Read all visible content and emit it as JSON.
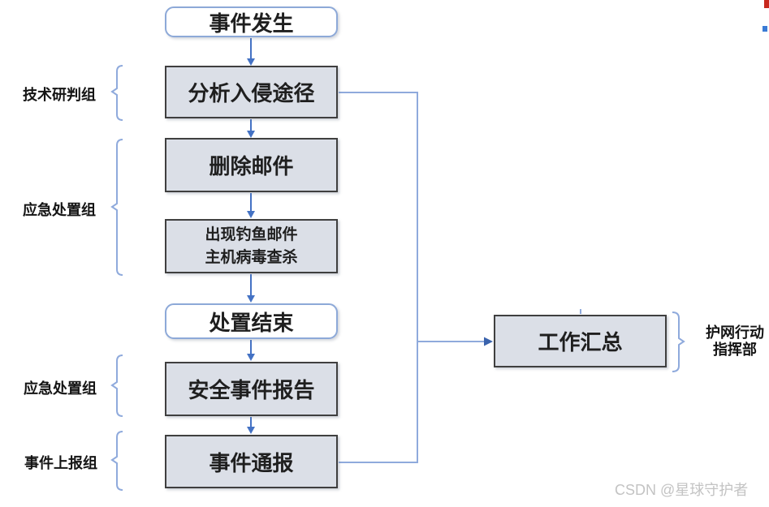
{
  "diagram": {
    "nodes": {
      "start": {
        "label": "事件发生"
      },
      "analyze": {
        "label": "分析入侵途径"
      },
      "delete_mail": {
        "label": "删除邮件"
      },
      "phishing": {
        "line1": "出现钓鱼邮件",
        "line2": "主机病毒查杀"
      },
      "finish": {
        "label": "处置结束"
      },
      "report": {
        "label": "安全事件报告"
      },
      "notify": {
        "label": "事件通报"
      },
      "summary": {
        "label": "工作汇总"
      }
    },
    "group_labels": {
      "tech_group": "技术研判组",
      "emergency_group1": "应急处置组",
      "emergency_group2": "应急处置组",
      "reporting_group": "事件上报组",
      "command_line1": "护网行动",
      "command_line2": "指挥部"
    },
    "watermark": "CSDN @星球守护者",
    "colors": {
      "arrow_blue": "#4472c4",
      "connector_light_blue": "#8faadc",
      "bracket_blue": "#8faadc",
      "box_fill": "#dbdfe7",
      "box_border": "#3f3f3f",
      "rounded_border": "#8da9d8",
      "watermark_gray": "#c3c3c3",
      "artifact_red": "#c8271d",
      "artifact_blue": "#3a7bd5"
    }
  }
}
